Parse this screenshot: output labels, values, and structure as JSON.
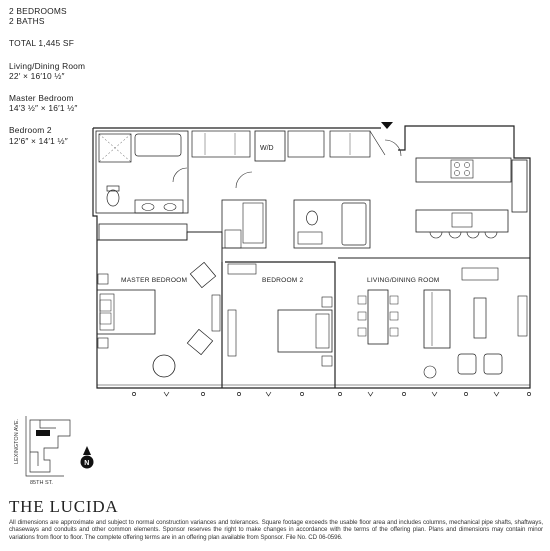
{
  "specs": {
    "bedrooms": "2 BEDROOMS",
    "baths": "2 BATHS",
    "total": "TOTAL 1,445 SF",
    "living_title": "Living/Dining Room",
    "living_size": "22′ × 16′10 ½″",
    "master_title": "Master Bedroom",
    "master_size": "14′3 ½″ × 16′1 ½″",
    "bed2_title": "Bedroom 2",
    "bed2_size": "12′6″ × 14′1 ½″"
  },
  "rooms": {
    "master": "MASTER BEDROOM",
    "bedroom2": "BEDROOM 2",
    "living": "LIVING/DINING ROOM",
    "wd": "W/D"
  },
  "keyplan": {
    "street_vertical": "LEXINGTON AVE.",
    "street_horizontal": "85TH ST.",
    "north": "N"
  },
  "brand": "THE LUCIDA",
  "disclaimer": "All dimensions are approximate and subject to normal construction variances and tolerances.  Square footage exceeds the usable floor area and includes columns, mechanical pipe shafts, shaftways, chaseways and conduits and other common elements. Sponsor reserves the right to make changes in accordance with the terms of the offering plan. Plans and dimensions may contain minor variations from floor to floor. The complete offering terms are in an offering plan available from Sponsor. File No. CD 06-0596.",
  "colors": {
    "line": "#222222",
    "unit_highlight": "#111111"
  }
}
